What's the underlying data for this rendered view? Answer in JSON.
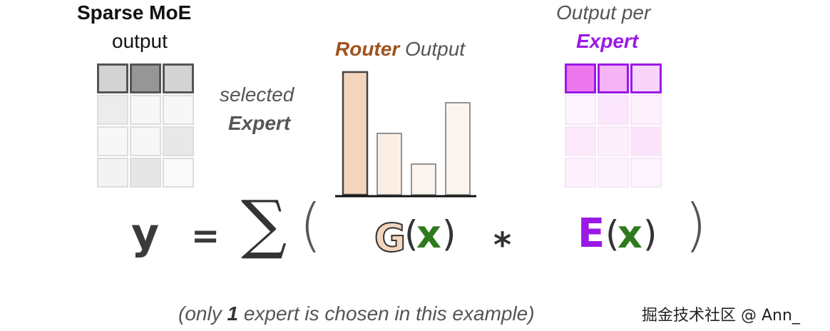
{
  "sparse_moe": {
    "title": "Sparse MoE",
    "subtitle": "output"
  },
  "selected_expert": {
    "line1": "selected",
    "line2": "Expert"
  },
  "router_output": {
    "title_bold": "Router",
    "title_rest": "Output",
    "accent": "#A0521D",
    "bar_values": [
      1.0,
      0.5,
      0.25,
      0.75
    ],
    "bar_colors": [
      "#F3D5BE",
      "#FBEFE5",
      "#FBF5EF",
      "#FBF5EF"
    ]
  },
  "output_per_expert": {
    "line1": "Output per",
    "line2": "Expert",
    "accent": "#9A19E6"
  },
  "formula": {
    "y": "y",
    "equals": "=",
    "sum": "∑",
    "open_paren": "(",
    "g": "G",
    "x1_open": "(",
    "x1": "x",
    "x1_close": ")",
    "times": "*",
    "e": "E",
    "x2_open": "(",
    "x2": "x",
    "x2_close": ")",
    "close_paren": ")"
  },
  "footnote": {
    "prefix": "(only ",
    "number": "1",
    "suffix": " expert is chosen in this example)"
  },
  "watermark": "掘金技术社区 @ Ann_",
  "colors": {
    "green_x": "#2E7A1E",
    "expert_purple": "#9A19E6",
    "gray_dark": "#555555"
  }
}
